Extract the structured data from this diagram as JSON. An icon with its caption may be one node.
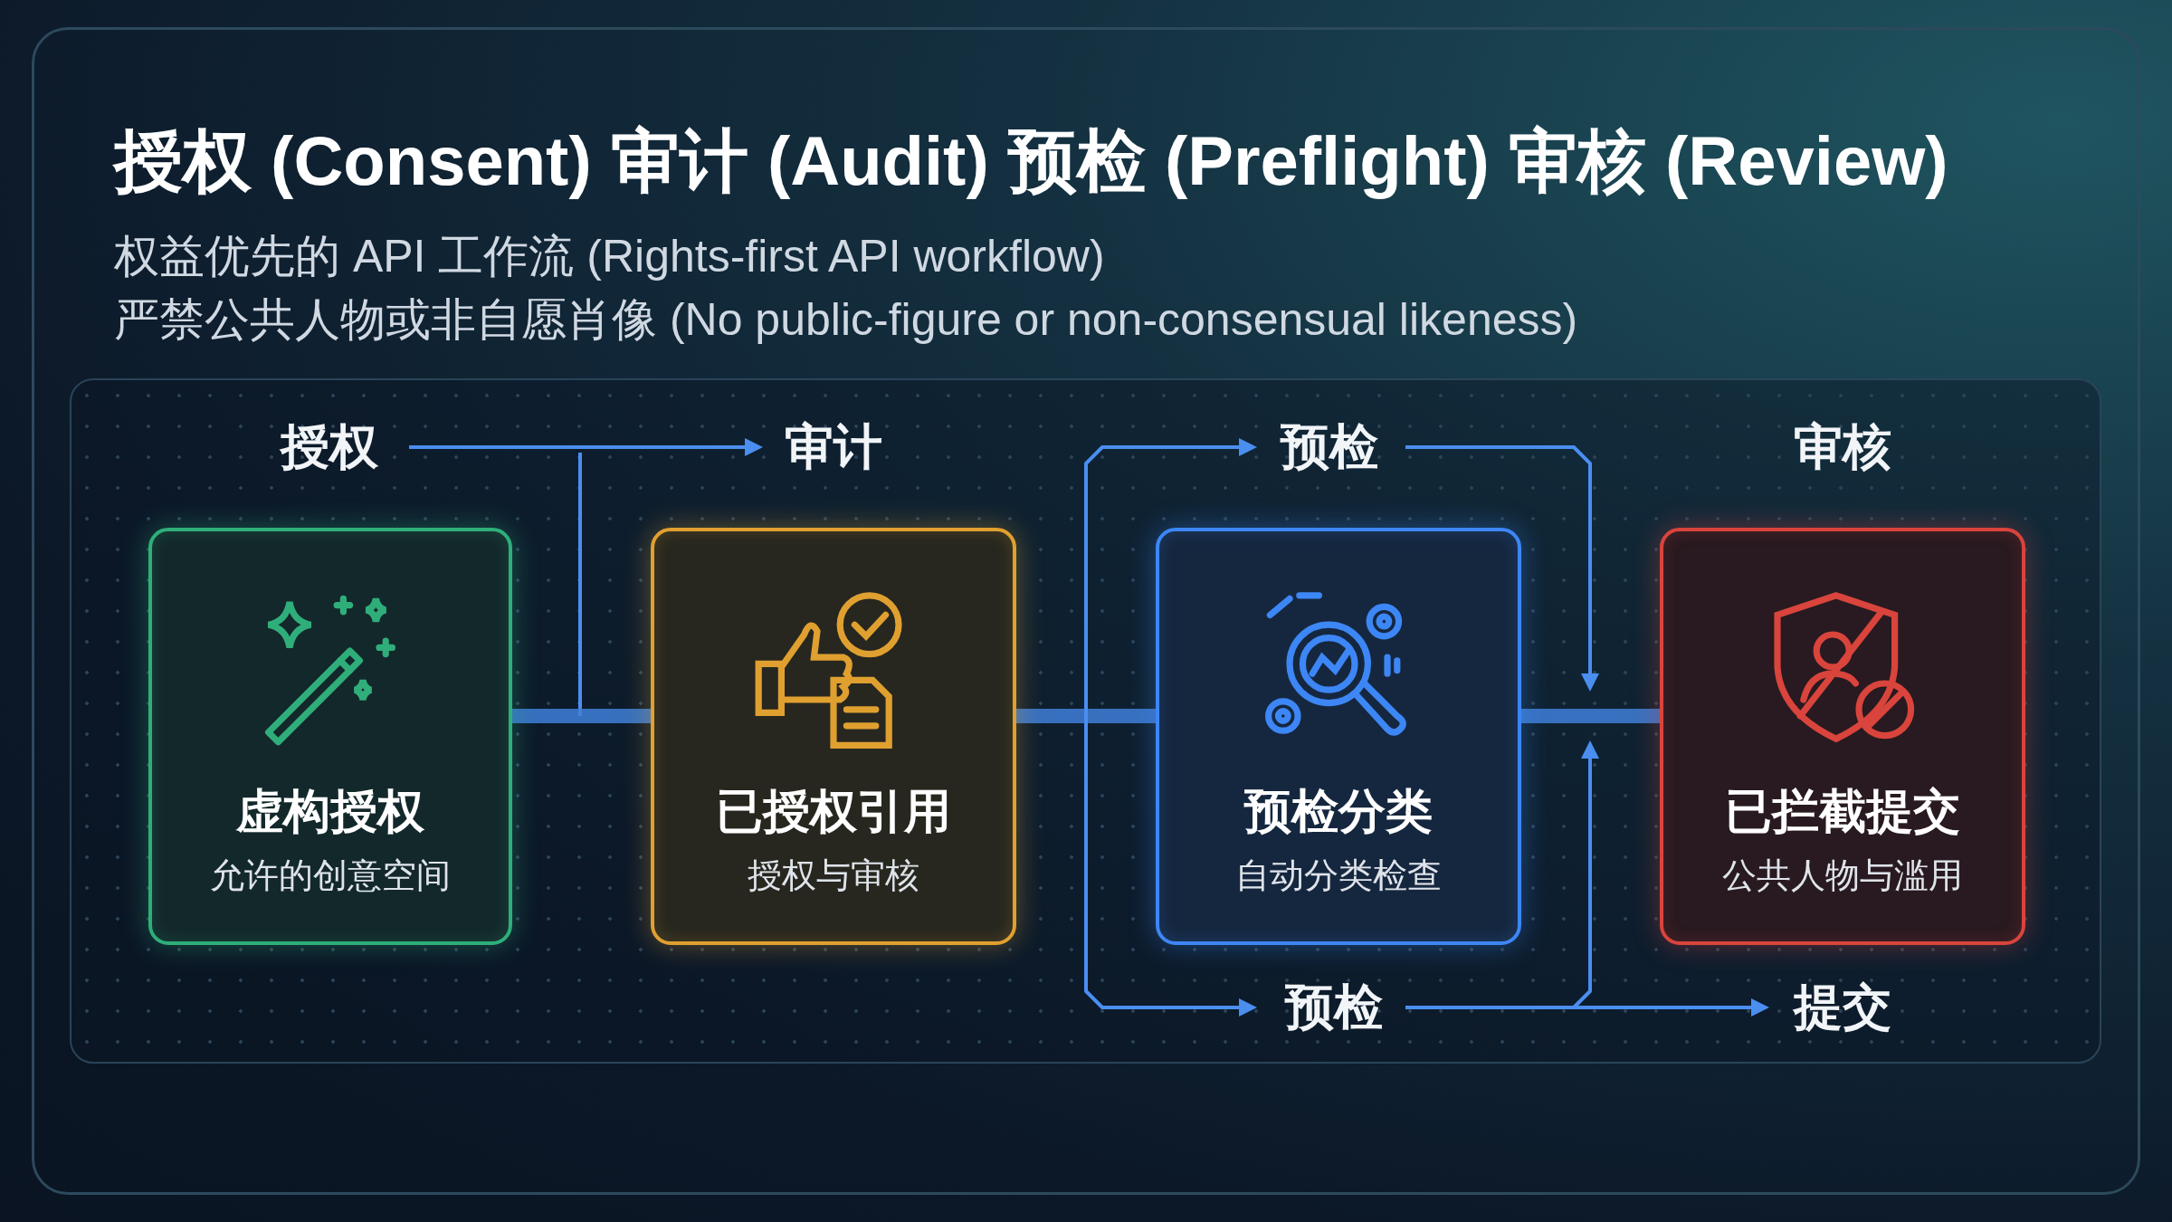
{
  "diagram": {
    "title": "授权 (Consent) 审计 (Audit) 预检 (Preflight) 审核 (Review)",
    "labels": [
      "权益优先的 API 工作流 (Rights-first API workflow)",
      "严禁公共人物或非自愿肖像 (No public-figure or non-consensual likeness)"
    ],
    "nodes": [
      {
        "text": [
          "授权"
        ]
      },
      {
        "text": [
          "审计"
        ]
      },
      {
        "text": [
          "预检"
        ]
      },
      {
        "text": [
          "审核"
        ]
      },
      {
        "text": [
          "虚构授权",
          "允许的创意空间"
        ]
      },
      {
        "text": [
          "已授权引用",
          "授权与审核"
        ]
      },
      {
        "text": [
          "预检分类",
          "自动分类检查"
        ]
      },
      {
        "text": [
          "已拦截提交",
          "公共人物与滥用"
        ]
      },
      {
        "text": [
          "预检"
        ]
      },
      {
        "text": [
          "提交"
        ]
      }
    ],
    "edges": [
      {
        "from": 0,
        "to": 1,
        "arrow": "to"
      },
      {
        "from": 4,
        "to": 5,
        "arrow": "none",
        "style": "thick"
      },
      {
        "from": 5,
        "to": 6,
        "arrow": "none",
        "style": "thick"
      },
      {
        "from": 6,
        "to": 7,
        "arrow": "none",
        "style": "thick"
      },
      {
        "from": 5,
        "to": 2,
        "arrow": "to"
      },
      {
        "from": 5,
        "to": 8,
        "arrow": "to"
      },
      {
        "from": 2,
        "to": 7,
        "arrow": "to"
      },
      {
        "from": 8,
        "to": 7,
        "arrow": "to"
      },
      {
        "from": 8,
        "to": 9,
        "arrow": "to"
      }
    ]
  }
}
